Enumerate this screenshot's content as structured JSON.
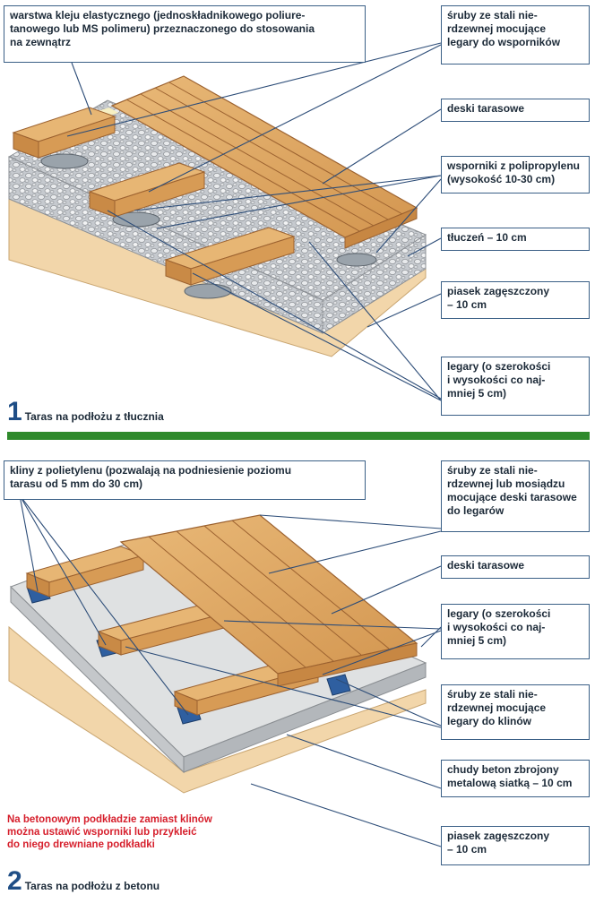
{
  "section1": {
    "number": "1",
    "caption": "Taras na podłożu z tłucznia",
    "labels": {
      "adhesive": "warstwa kleju elastycznego (jednoskładnikowego poliure-\ntanowego lub MS polimeru) przeznaczonego do stosowania\nna zewnątrz",
      "screws": "śruby ze stali nie-\nrdzewnej mocujące\nlegary do wsporników",
      "boards": "deski tarasowe",
      "supports": "wsporniki z polipropylenu\n(wysokość 10-30 cm)",
      "gravel": "tłuczeń – 10 cm",
      "sand": "piasek zagęszczony\n– 10 cm",
      "joists": "legary (o szerokości\ni wysokości co naj-\nmniej 5 cm)"
    }
  },
  "section2": {
    "number": "2",
    "caption": "Taras na podłożu z betonu",
    "labels": {
      "wedges": "kliny z polietylenu (pozwalają na podniesienie poziomu\ntarasu od 5 mm do 30 cm)",
      "screws_boards": "śruby ze stali nie-\nrdzewnej lub mosiądzu\nmocujące deski tarasowe\ndo legarów",
      "boards": "deski tarasowe",
      "joists": "legary (o szerokości\ni wysokości co naj-\nmniej 5 cm)",
      "screws_wedges": "śruby ze stali nie-\nrdzewnej mocujące\nlegary do klinów",
      "concrete": "chudy beton zbrojony\nmetalową siatką – 10 cm",
      "sand": "piasek zagęszczony\n– 10 cm"
    },
    "note": "Na betonowym podkładzie zamiast klinów\nmożna ustawić wsporniki lub przykleić\ndo niego drewniane podkładki"
  },
  "colors": {
    "label_border": "#3a5f86",
    "leader": "#2d4d78",
    "divider": "#2f8a2c",
    "wood": "#d9a05a",
    "wood_dark": "#b8763a",
    "sand": "#f3d9b0",
    "gravel": "#c9cdd2",
    "concrete": "#dcdedf",
    "note": "#d61f2c",
    "number": "#1f4e86"
  }
}
